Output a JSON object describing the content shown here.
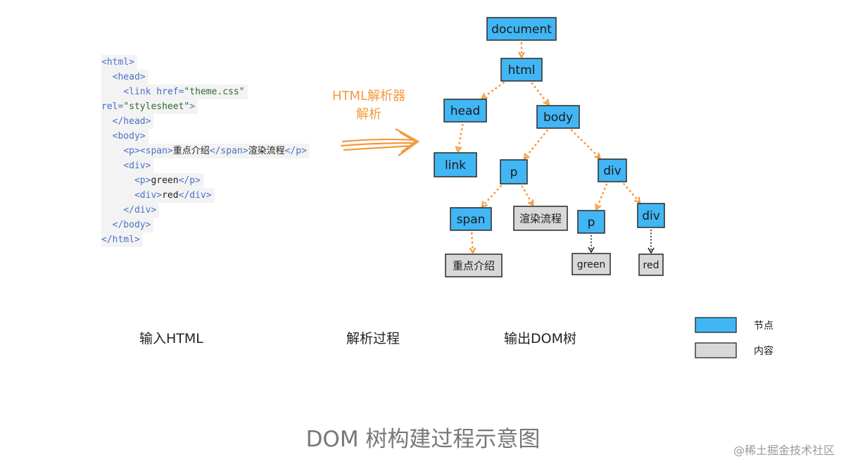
{
  "code_lines": [
    [
      {
        "t": "tag",
        "v": "<html>"
      }
    ],
    [
      {
        "t": "plain",
        "v": "  "
      },
      {
        "t": "tag",
        "v": "<head>"
      }
    ],
    [
      {
        "t": "plain",
        "v": "    "
      },
      {
        "t": "tag",
        "v": "<link "
      },
      {
        "t": "attr",
        "v": "href"
      },
      {
        "t": "tag",
        "v": "="
      },
      {
        "t": "str",
        "v": "\"theme.css\""
      }
    ],
    [
      {
        "t": "attr",
        "v": "rel"
      },
      {
        "t": "tag",
        "v": "="
      },
      {
        "t": "str",
        "v": "\"stylesheet\""
      },
      {
        "t": "tag",
        "v": ">"
      }
    ],
    [
      {
        "t": "plain",
        "v": "  "
      },
      {
        "t": "tag",
        "v": "</head>"
      }
    ],
    [
      {
        "t": "plain",
        "v": "  "
      },
      {
        "t": "tag",
        "v": "<body>"
      }
    ],
    [
      {
        "t": "plain",
        "v": "    "
      },
      {
        "t": "tag",
        "v": "<p><span>"
      },
      {
        "t": "cn",
        "v": "重点介绍"
      },
      {
        "t": "tag",
        "v": "</span>"
      },
      {
        "t": "cn",
        "v": "渲染流程"
      },
      {
        "t": "tag",
        "v": "</p>"
      }
    ],
    [
      {
        "t": "plain",
        "v": "    "
      },
      {
        "t": "tag",
        "v": "<div>"
      }
    ],
    [
      {
        "t": "plain",
        "v": "      "
      },
      {
        "t": "tag",
        "v": "<p>"
      },
      {
        "t": "plain",
        "v": "green"
      },
      {
        "t": "tag",
        "v": "</p>"
      }
    ],
    [
      {
        "t": "plain",
        "v": "      "
      },
      {
        "t": "tag",
        "v": "<div>"
      },
      {
        "t": "plain",
        "v": "red"
      },
      {
        "t": "tag",
        "v": "</div>"
      }
    ],
    [
      {
        "t": "plain",
        "v": "    "
      },
      {
        "t": "tag",
        "v": "</div>"
      }
    ],
    [
      {
        "t": "plain",
        "v": "  "
      },
      {
        "t": "tag",
        "v": "</body>"
      }
    ],
    [
      {
        "t": "tag",
        "v": "</html>"
      }
    ]
  ],
  "parser": {
    "line1": "HTML解析器",
    "line2": "解析"
  },
  "nodes": [
    {
      "id": "document",
      "label": "document",
      "kind": "element"
    },
    {
      "id": "html",
      "label": "html",
      "kind": "element"
    },
    {
      "id": "head",
      "label": "head",
      "kind": "element"
    },
    {
      "id": "body",
      "label": "body",
      "kind": "element"
    },
    {
      "id": "link",
      "label": "link",
      "kind": "element"
    },
    {
      "id": "p1",
      "label": "p",
      "kind": "element"
    },
    {
      "id": "div1",
      "label": "div",
      "kind": "element"
    },
    {
      "id": "span",
      "label": "span",
      "kind": "element"
    },
    {
      "id": "t_render",
      "label": "渲染流程",
      "kind": "content"
    },
    {
      "id": "p2",
      "label": "p",
      "kind": "element"
    },
    {
      "id": "div2",
      "label": "div",
      "kind": "element"
    },
    {
      "id": "t_key",
      "label": "重点介绍",
      "kind": "content"
    },
    {
      "id": "t_green",
      "label": "green",
      "kind": "content"
    },
    {
      "id": "t_red",
      "label": "red",
      "kind": "content"
    }
  ],
  "edges": [
    {
      "from": "document",
      "to": "html",
      "style": "orange"
    },
    {
      "from": "html",
      "to": "head",
      "style": "orange"
    },
    {
      "from": "html",
      "to": "body",
      "style": "orange"
    },
    {
      "from": "head",
      "to": "link",
      "style": "orange"
    },
    {
      "from": "body",
      "to": "p1",
      "style": "orange"
    },
    {
      "from": "body",
      "to": "div1",
      "style": "orange"
    },
    {
      "from": "p1",
      "to": "span",
      "style": "orange"
    },
    {
      "from": "p1",
      "to": "t_render",
      "style": "orange"
    },
    {
      "from": "div1",
      "to": "p2",
      "style": "orange"
    },
    {
      "from": "div1",
      "to": "div2",
      "style": "orange"
    },
    {
      "from": "span",
      "to": "t_key",
      "style": "orange"
    },
    {
      "from": "p2",
      "to": "t_green",
      "style": "black"
    },
    {
      "from": "div2",
      "to": "t_red",
      "style": "black"
    }
  ],
  "stages": {
    "input": "输入HTML",
    "process": "解析过程",
    "output": "输出DOM树"
  },
  "legend": {
    "element": "节点",
    "content": "内容"
  },
  "caption": "DOM 树构建过程示意图",
  "watermark": "@稀土掘金技术社区",
  "colors": {
    "element": "#41b6f5",
    "content": "#d8d8d8",
    "arrow": "#f39a3c"
  }
}
